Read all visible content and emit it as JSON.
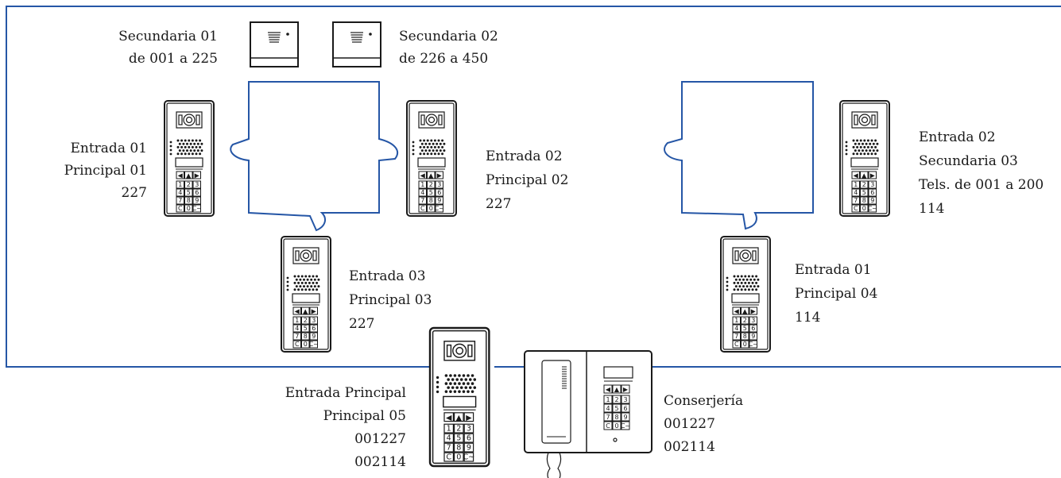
{
  "colors": {
    "line": "#2556a6",
    "ink": "#1a1a1a",
    "background": "#ffffff"
  },
  "panel_keys": [
    "1",
    "2",
    "3",
    "4",
    "5",
    "6",
    "7",
    "8",
    "9",
    "C",
    "0",
    "C~"
  ],
  "secondary_monitors": [
    {
      "name": "Secundaria 01",
      "range": "de 001 a 225"
    },
    {
      "name": "Secundaria 02",
      "range": "de 226 a 450"
    }
  ],
  "panels": [
    {
      "lines": [
        "Entrada 01",
        "Principal 01",
        "227"
      ]
    },
    {
      "lines": [
        "Entrada 02",
        "Principal 02",
        "227"
      ]
    },
    {
      "lines": [
        "Entrada 03",
        "Principal 03",
        "227"
      ]
    },
    {
      "lines": [
        "Entrada 02",
        "Secundaria 03",
        "Tels. de 001 a 200",
        "114"
      ]
    },
    {
      "lines": [
        "Entrada 01",
        "Principal 04",
        "114"
      ]
    },
    {
      "lines": [
        "Entrada Principal",
        "Principal 05",
        "001227",
        "002114"
      ]
    }
  ],
  "concierge": {
    "lines": [
      "Conserjería",
      "001227",
      "002114"
    ]
  }
}
